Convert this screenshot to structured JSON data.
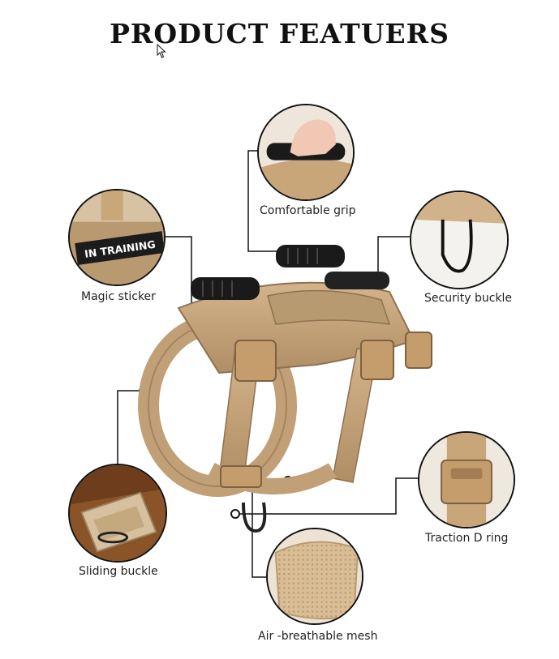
{
  "title": "PRODUCT FEATUERS",
  "features": {
    "comfortable_grip": "Comfortable grip",
    "magic_sticker": "Magic sticker",
    "security_buckle": "Security buckle",
    "sliding_buckle": "Sliding buckle",
    "traction_d_ring": "Traction D ring",
    "breathable_mesh": "Air -breathable mesh"
  },
  "patch_text": "IN TRAINING",
  "colors": {
    "tan": "#c9a57a",
    "dark_tan": "#8f7150",
    "handle": "#1a1a1a",
    "line": "#111111"
  }
}
